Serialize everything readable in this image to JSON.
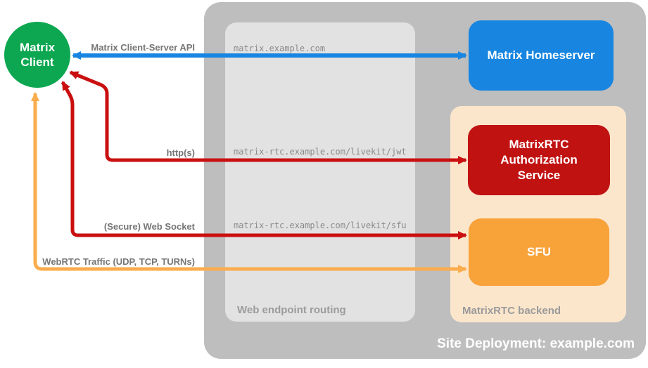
{
  "containers": {
    "site": {
      "label": "Site Deployment: example.com",
      "bg_color": "#BEBEBE",
      "label_color": "#FFFFFF"
    },
    "routing": {
      "label": "Web endpoint routing",
      "bg_color": "#E2E2E2",
      "label_color": "#9B9B9B"
    },
    "backend": {
      "label": "MatrixRTC backend",
      "bg_color": "#FBE6CC",
      "label_color": "#9B9B9B"
    }
  },
  "nodes": {
    "client": {
      "label": "Matrix\nClient",
      "bg_color": "#0CA750",
      "shape": "circle"
    },
    "homeserver": {
      "label": "Matrix Homeserver",
      "bg_color": "#1886E0",
      "shape": "rounded-rect"
    },
    "auth_service": {
      "label": "MatrixRTC\nAuthorization\nService",
      "bg_color": "#C11212",
      "shape": "rounded-rect"
    },
    "sfu": {
      "label": "SFU",
      "bg_color": "#F8A23A",
      "shape": "rounded-rect"
    }
  },
  "edges": {
    "client_server_api": {
      "label": "Matrix Client-Server API",
      "endpoint": "matrix.example.com",
      "color": "#1886E0",
      "from": "client",
      "to": "homeserver",
      "double_headed": true
    },
    "http": {
      "label": "http(s)",
      "endpoint": "matrix-rtc.example.com/livekit/jwt",
      "color": "#C90F0F",
      "from": "client",
      "to": "auth_service",
      "double_headed": true
    },
    "websocket": {
      "label": "(Secure) Web Socket",
      "endpoint": "matrix-rtc.example.com/livekit/sfu",
      "color": "#C90F0F",
      "from": "client",
      "to": "sfu",
      "double_headed": true
    },
    "webrtc": {
      "label": "WebRTC Traffic (UDP, TCP, TURNs)",
      "endpoint": "",
      "color": "#FBAC4D",
      "from": "client",
      "to": "sfu",
      "double_headed": true
    }
  }
}
